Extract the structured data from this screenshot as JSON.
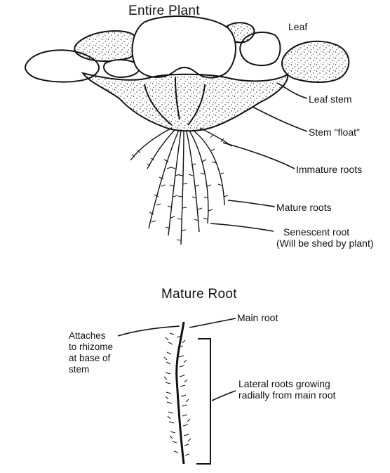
{
  "top_title": "Entire Plant",
  "bottom_title": "Mature Root",
  "top_labels": {
    "leaf": "Leaf",
    "leaf_stem": "Leaf stem",
    "stem_float": "Stem \"float\"",
    "immature_roots": "Immature roots",
    "mature_roots": "Mature roots",
    "senescent_root_line1": "Senescent root",
    "senescent_root_line2": "(Will be shed by plant)"
  },
  "bottom_labels": {
    "main_root": "Main root",
    "attaches_line1": "Attaches",
    "attaches_line2": "to rhizome",
    "attaches_line3": "at base of",
    "attaches_line4": "stem",
    "lateral_line1": "Lateral roots growing",
    "lateral_line2": "radially from main root"
  },
  "colors": {
    "ink": "#111111",
    "paper": "#ffffff"
  }
}
